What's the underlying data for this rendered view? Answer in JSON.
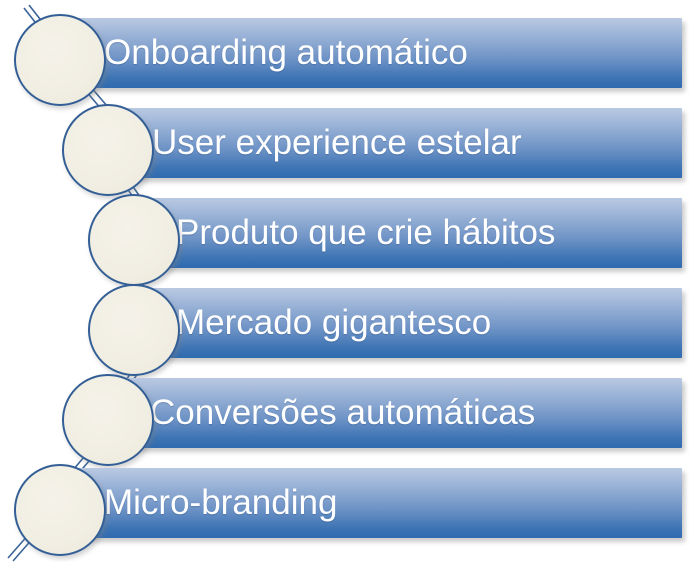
{
  "diagram": {
    "type": "staggered-chevron-list",
    "title_text": "",
    "background_color": "#FFFFFF",
    "bar_gradient_top": "#B9C9E2",
    "bar_gradient_bottom": "#2F6BB0",
    "node_fill_color": "#F1EEE3",
    "node_border_color": "#335F96",
    "label_color": "#FFFFFF",
    "connector_color": "#3A6399",
    "items": [
      {
        "index": 1,
        "label": "Onboarding automático",
        "node_name": "step-node-1"
      },
      {
        "index": 2,
        "label": "User experience estelar",
        "node_name": "step-node-2"
      },
      {
        "index": 3,
        "label": "Produto que crie hábitos",
        "node_name": "step-node-3"
      },
      {
        "index": 4,
        "label": "Mercado gigantesco",
        "node_name": "step-node-4"
      },
      {
        "index": 5,
        "label": "Conversões automáticas",
        "node_name": "step-node-5"
      },
      {
        "index": 6,
        "label": "Micro-branding",
        "node_name": "step-node-6"
      }
    ]
  }
}
